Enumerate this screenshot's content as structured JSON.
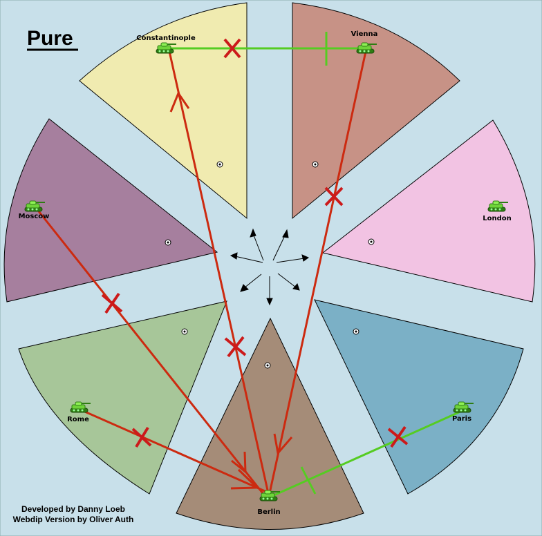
{
  "map": {
    "title": "Pure",
    "credits": [
      "Developed by Danny Loeb",
      "Webdip Version by Oliver Auth"
    ],
    "colors": {
      "background": "#c8e0ea",
      "border": "#000000",
      "hold_or_support": "#55cc22",
      "move": "#cc2a10",
      "fail_mark": "#cc1a1a",
      "dot_arrow": "#000000"
    }
  },
  "territories": [
    {
      "id": "constantinople",
      "name": "Constantinople",
      "color": "#f0ebb0",
      "unit": "army"
    },
    {
      "id": "vienna",
      "name": "Vienna",
      "color": "#c79286",
      "unit": "army"
    },
    {
      "id": "london",
      "name": "London",
      "color": "#f2c3e3",
      "unit": "army"
    },
    {
      "id": "paris",
      "name": "Paris",
      "color": "#7bb0c6",
      "unit": "army"
    },
    {
      "id": "berlin",
      "name": "Berlin",
      "color": "#a58c78",
      "unit": "army"
    },
    {
      "id": "rome",
      "name": "Rome",
      "color": "#a7c699",
      "unit": "army"
    },
    {
      "id": "moscow",
      "name": "Moscow",
      "color": "#a67f9e",
      "unit": "army"
    }
  ],
  "orders": [
    {
      "from": "constantinople",
      "to": "vienna",
      "type": "support",
      "result": "failed"
    },
    {
      "from": "vienna",
      "to": "berlin",
      "type": "move",
      "result": "failed"
    },
    {
      "from": "berlin",
      "to": "constantinople",
      "type": "move",
      "result": "failed"
    },
    {
      "from": "moscow",
      "to": "berlin",
      "type": "move",
      "result": "failed"
    },
    {
      "from": "rome",
      "to": "berlin",
      "type": "move",
      "result": "failed"
    },
    {
      "from": "paris",
      "to": "berlin",
      "type": "support",
      "result": "failed"
    }
  ]
}
